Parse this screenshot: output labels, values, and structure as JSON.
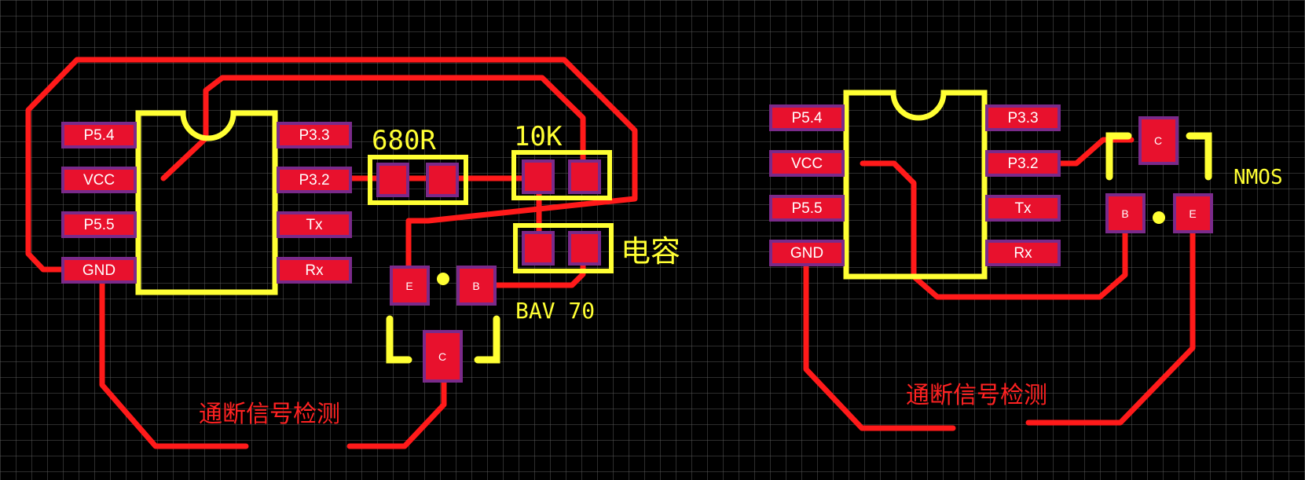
{
  "left_board": {
    "chip_pins_left": [
      "P5.4",
      "VCC",
      "P5.5",
      "GND"
    ],
    "chip_pins_right": [
      "P3.3",
      "P3.2",
      "Tx",
      "Rx"
    ],
    "resistor_label": "680R",
    "resistor2_label": "10K",
    "capacitor_label": "电容",
    "diode_label": "BAV 70",
    "transistor_pins": {
      "e": "E",
      "b": "B",
      "c": "C"
    },
    "caption": "通断信号检测"
  },
  "right_board": {
    "chip_pins_left": [
      "P5.4",
      "VCC",
      "P5.5",
      "GND"
    ],
    "chip_pins_right": [
      "P3.3",
      "P3.2",
      "Tx",
      "Rx"
    ],
    "transistor_label": "NMOS",
    "transistor_pins": {
      "c": "C",
      "b": "B",
      "e": "E"
    },
    "caption": "通断信号检测"
  },
  "colors": {
    "background": "#000000",
    "grid": "#5a5a5a",
    "trace": "#ff1a1a",
    "pad": "#e8112d",
    "pad_border": "#7a2a8a",
    "silkscreen": "#ffff33",
    "caption": "#ff2222"
  }
}
